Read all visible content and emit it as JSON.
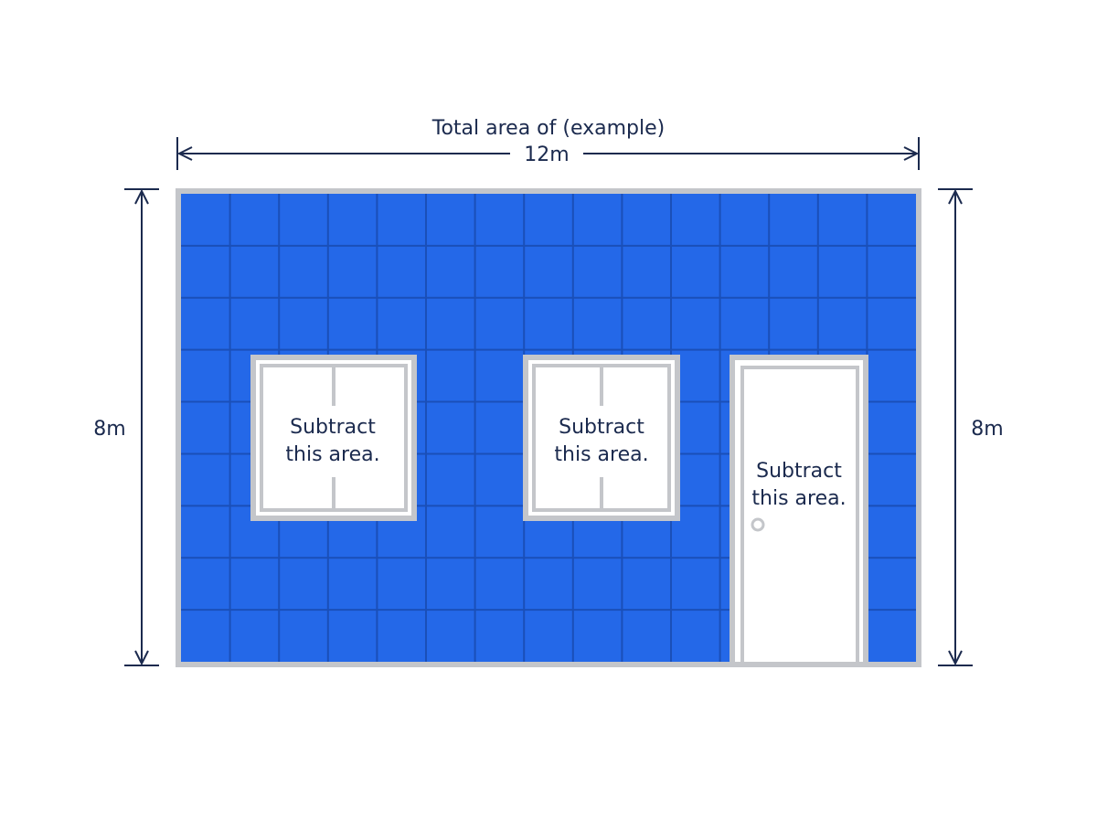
{
  "dimensions": {
    "title": "Total area of (example)",
    "width_label": "12m",
    "left_height_label": "8m",
    "right_height_label": "8m"
  },
  "openings": [
    {
      "kind": "window",
      "label_line1": "Subtract",
      "label_line2": "this area."
    },
    {
      "kind": "window",
      "label_line1": "Subtract",
      "label_line2": "this area."
    },
    {
      "kind": "door",
      "label_line1": "Subtract",
      "label_line2": "this area."
    }
  ],
  "colors": {
    "tile": "#2468e8",
    "grout": "#1a4fb8",
    "frame": "#c4c6ca",
    "ink": "#1b2a4e"
  }
}
